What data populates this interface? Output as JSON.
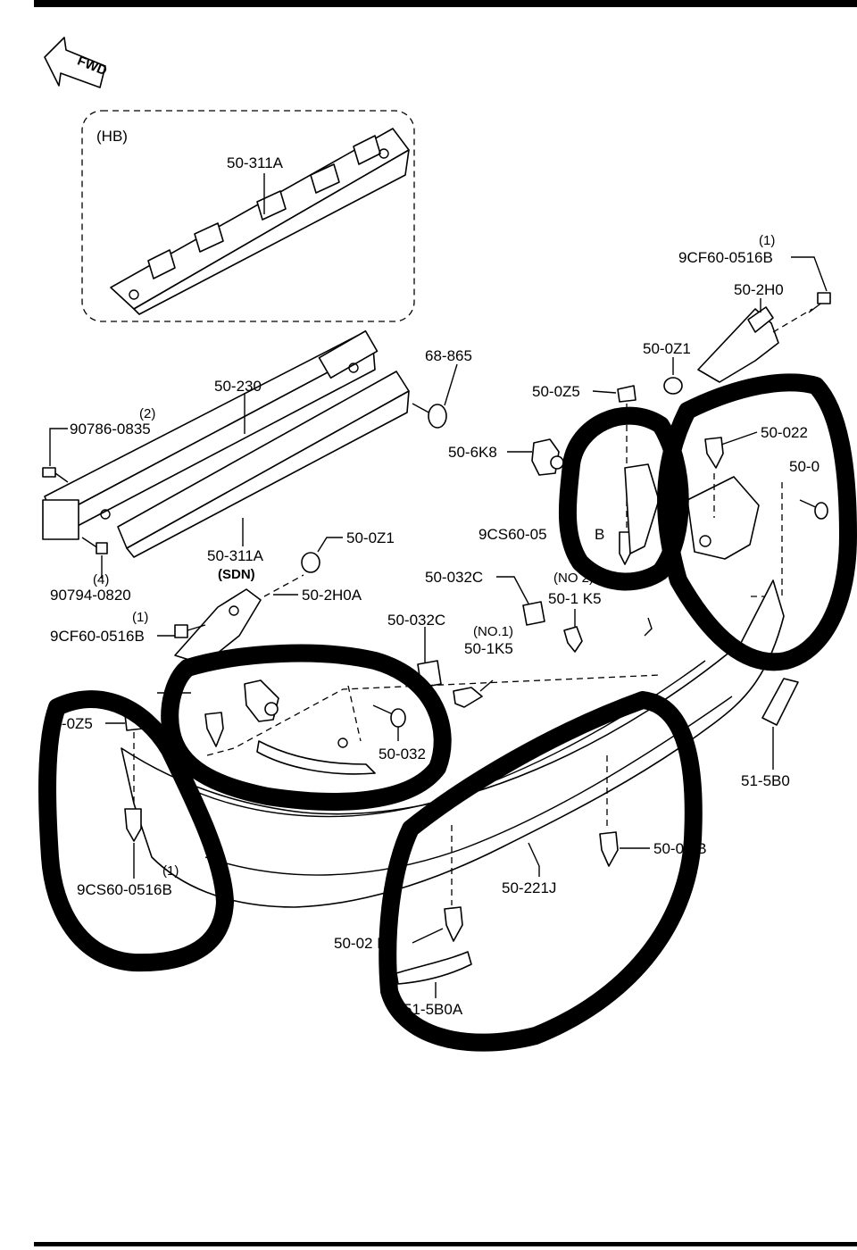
{
  "fwd_label": "FWD",
  "inset_label": "(HB)",
  "labels": {
    "p_50_311A_hb": "50-311A",
    "p_9CF60_tr_qty": "(1)",
    "p_9CF60_tr": "9CF60-0516B",
    "p_50_2H0": "50-2H0",
    "p_50_0Z1_tr": "50-0Z1",
    "p_68_865": "68-865",
    "p_50_230": "50-230",
    "p_90786_qty": "(2)",
    "p_90786": "90786-0835",
    "p_50_0Z5_tr": "50-0Z5",
    "p_50_6K8": "50-6K8",
    "p_50_022_r": "50-022",
    "p_50_0_r": "50-0",
    "p_9CS60_mid": "9CS60-05",
    "p_9CS60_mid_b": "B",
    "p_50_311A_sdn": "50-311A",
    "p_sdn": "(SDN)",
    "p_50_0Z1_mid": "50-0Z1",
    "p_90794_qty": "(4)",
    "p_90794": "90794-0820",
    "p_50_032C_a": "50-032C",
    "p_no2": "(NO 2)",
    "p_50_1K5_a": "50-1 K5",
    "p_50_2H0A": "50-2H0A",
    "p_9CF60_l_qty": "(1)",
    "p_9CF60_l": "9CF60-0516B",
    "p_50_032C_b": "50-032C",
    "p_no1": "(NO.1)",
    "p_50_1K5_b": "50-1K5",
    "p_50_0Z5_l": "50-0Z5",
    "p_50_032": "50-032",
    "p_51_5B0": "51-5B0",
    "p_50_022B_r": "50-0 2B",
    "p_9CS60_l_qty": "(1)",
    "p_9CS60_l": "9CS60-0516B",
    "p_50_221J": "50-221J",
    "p_50_022B_b": "50-02 B",
    "p_51_5B0A": "51-5B0A"
  }
}
